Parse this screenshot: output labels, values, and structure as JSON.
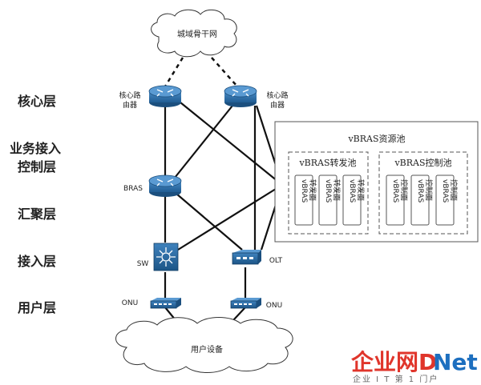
{
  "layers": {
    "core": "核心层",
    "service_line1": "业务接入",
    "service_line2": "控制层",
    "aggregation": "汇聚层",
    "access": "接入层",
    "user": "用户层"
  },
  "clouds": {
    "metro": "城域骨干网",
    "users": "用户设备"
  },
  "nodes": {
    "core_router_line1": "核心路",
    "core_router_line2": "由器",
    "bras": "BRAS",
    "sw": "SW",
    "olt": "OLT",
    "onu": "ONU"
  },
  "pool": {
    "title": "vBRAS资源池",
    "forward_pool": "vBRAS转发池",
    "control_pool": "vBRAS控制池",
    "forward_unit_line1": "vBRAS",
    "forward_unit_line2": "转发面",
    "control_unit_line1": "vBRAS",
    "control_unit_line2": "控制面"
  },
  "watermark": {
    "brand_left": "企业网",
    "brand_d": "D",
    "brand_right": "Net",
    "sub": "企业 I T 第 1 门户"
  },
  "colors": {
    "device_blue": "#2c6ea8",
    "device_dark": "#1b4f7e",
    "watermark_red": "#e0352b",
    "watermark_blue": "#1d6fbf"
  }
}
